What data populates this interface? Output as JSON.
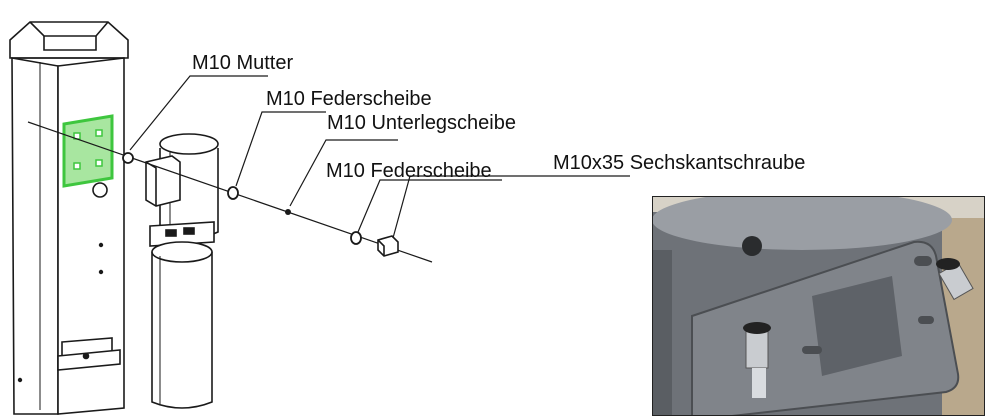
{
  "labels": {
    "nut": "M10 Mutter",
    "spring_washer_1": "M10 Federscheibe",
    "flat_washer": "M10 Unterlegscheibe",
    "spring_washer_2": "M10 Federscheibe",
    "hex_bolt": "M10x35 Sechskantschraube"
  },
  "colors": {
    "line": "#1a1a1a",
    "bracket_highlight": "#3ec63e",
    "photo_metal": "#6e7278",
    "photo_background": "#b9a88c"
  },
  "parts": [
    "pillar",
    "mounting-bracket",
    "motor-pump-unit",
    "nut",
    "spring-washer",
    "flat-washer",
    "spring-washer",
    "hex-bolt"
  ]
}
